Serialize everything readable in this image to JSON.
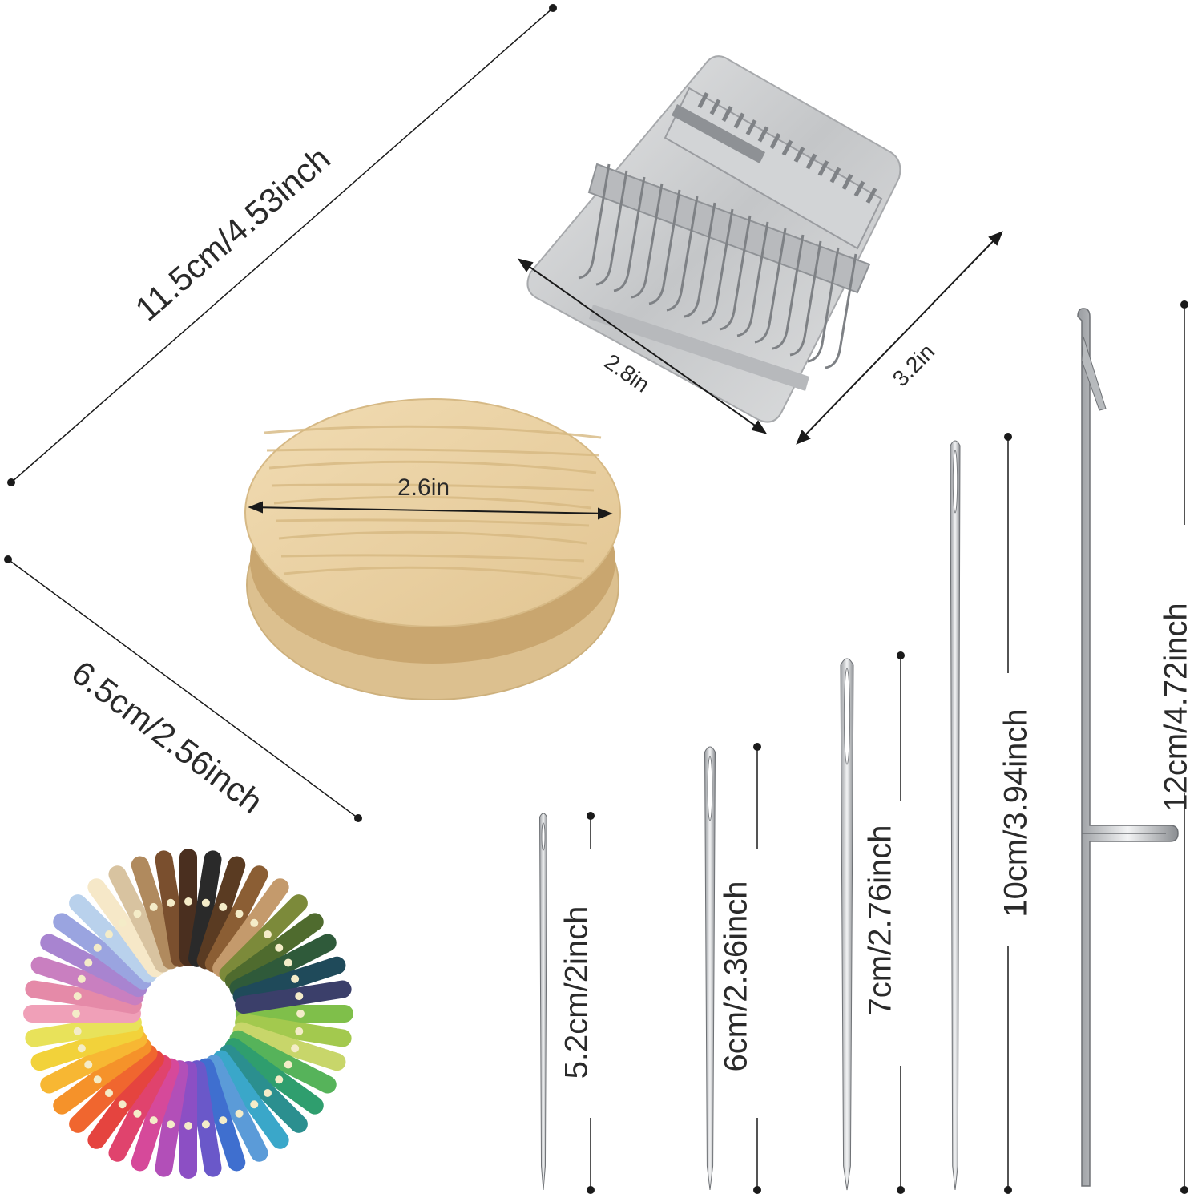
{
  "dimensions": {
    "loom_diagonal": "11.5cm/4.53inch",
    "loom_width": "2.8in",
    "loom_depth": "3.2in",
    "disk_diameter": "2.6in",
    "disk_diagonal": "6.5cm/2.56inch",
    "needle_1": "5.2cm/2inch",
    "needle_2": "6cm/2.36inch",
    "needle_3": "7cm/2.76inch",
    "needle_4": "10cm/3.94inch",
    "hook": "12cm/4.72inch"
  },
  "colors": {
    "metal": "#c9cbcd",
    "metal_dark": "#8d9094",
    "wood": "#e9d2a6",
    "wood_grain": "#d9bb87",
    "line": "#1a1a1a"
  },
  "thread_colors": [
    "#7fbf4a",
    "#a3c94e",
    "#c8d66a",
    "#56b35a",
    "#2f9e6e",
    "#2b8f8f",
    "#3aa7c9",
    "#5b9bd8",
    "#3f6fcf",
    "#6a58c9",
    "#8c4fc4",
    "#b24fb8",
    "#d6499a",
    "#e0436d",
    "#e5443f",
    "#f0662f",
    "#f5922a",
    "#f7b733",
    "#f2d23a",
    "#e8e25a",
    "#f0a0b8",
    "#e58aa8",
    "#c97fc0",
    "#a884d0",
    "#9aa4e0",
    "#b9d1ec",
    "#f6e8c8",
    "#d8c3a0",
    "#b08a5e",
    "#7a4f2e",
    "#4a2f1f",
    "#2a2a2a",
    "#5a3b22",
    "#8b5e34",
    "#c49a6c",
    "#7c8a3a",
    "#4f6b2e",
    "#2f5a3a",
    "#1f4a5a",
    "#3b3f6a"
  ],
  "images": {
    "loom": "speed weave loom",
    "disk": "wooden yarn disk",
    "threads": "embroidery floss ring",
    "needles": "tapestry needles",
    "hook": "latch hook"
  }
}
